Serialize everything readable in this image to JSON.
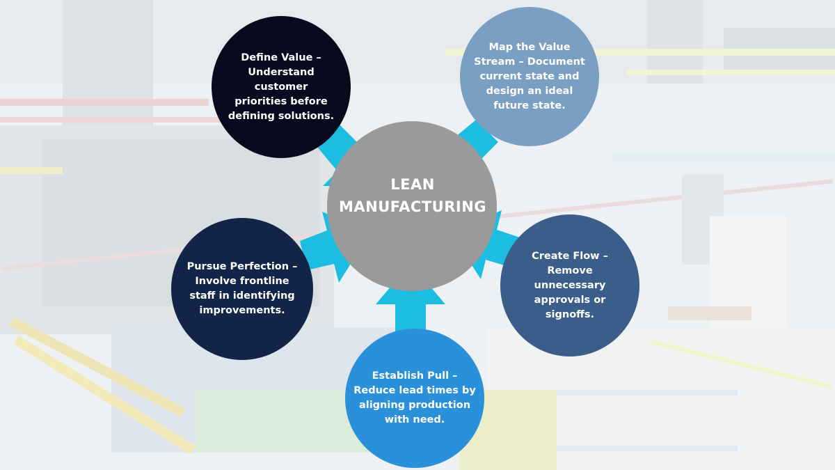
{
  "diagram": {
    "center": {
      "title_line1": "LEAN",
      "title_line2": "MANUFACTURING",
      "color": "#9a9a9a"
    },
    "arrow_color": "#1cbde0",
    "nodes": [
      {
        "id": "define-value",
        "label": "Define Value – Understand customer priorities before defining solutions.",
        "color": "#070a1f"
      },
      {
        "id": "map-value-stream",
        "label": "Map the Value Stream – Document current state and design an ideal future state.",
        "color": "#7a9fc2"
      },
      {
        "id": "create-flow",
        "label": "Create Flow – Remove unnecessary approvals or signoffs.",
        "color": "#3a5e89"
      },
      {
        "id": "establish-pull",
        "label": "Establish Pull – Reduce lead times by aligning production with need.",
        "color": "#2a90da"
      },
      {
        "id": "pursue-perfection",
        "label": "Pursue Perfection – Involve frontline staff in identifying improvements.",
        "color": "#122447"
      }
    ]
  },
  "background": {
    "description_icon": "factory-background",
    "tint": "#f4f6f8"
  }
}
